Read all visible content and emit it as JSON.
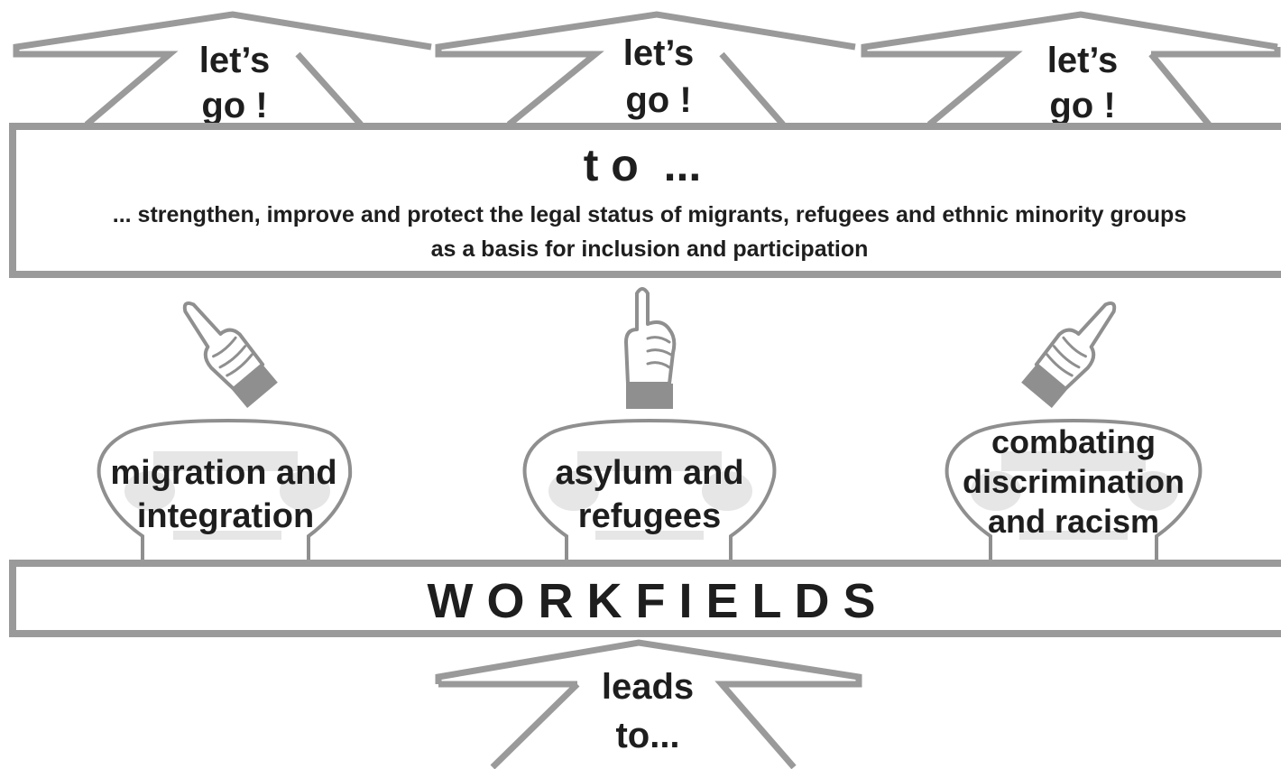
{
  "roofs": [
    {
      "line1": "let’s",
      "line2": "go !"
    },
    {
      "line1": "let’s",
      "line2": "go !"
    },
    {
      "line1": "let’s",
      "line2": "go !"
    }
  ],
  "goal": {
    "heading": "t o  ...",
    "line1": "... strengthen, improve and protect the legal status of migrants, refugees and ethnic minority groups",
    "line2": "as a basis for inclusion and participation"
  },
  "pillars": [
    {
      "lines": [
        "migration and",
        "integration"
      ],
      "hand": "pointing-hand-up-right-icon"
    },
    {
      "lines": [
        "asylum and",
        "refugees"
      ],
      "hand": "pointing-hand-up-icon"
    },
    {
      "lines": [
        "combating",
        "discrimination",
        "and racism"
      ],
      "hand": "pointing-hand-up-left-icon"
    }
  ],
  "base": {
    "label": "W O R K F I E L D S"
  },
  "footer": {
    "line1": "leads",
    "line2": "to..."
  },
  "colors": {
    "frame": "#9a9a9a",
    "text": "#1e1e1e",
    "capital_deco": "#e6e6e6"
  }
}
